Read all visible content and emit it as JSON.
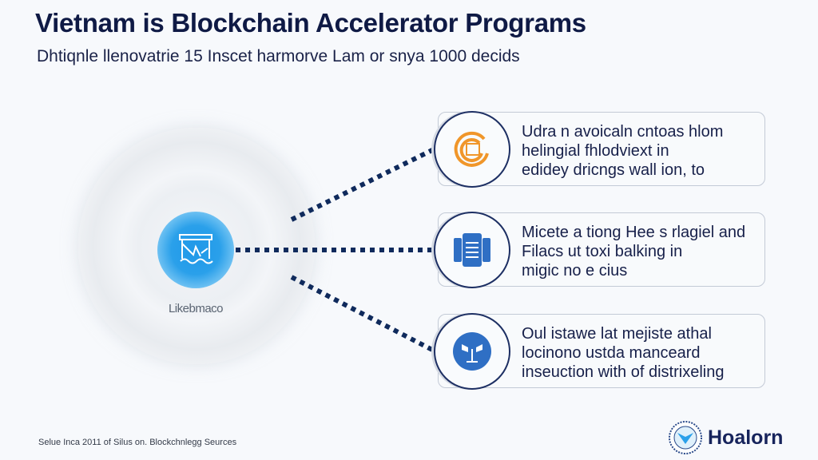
{
  "header": {
    "title": "Vietnam is Blockchain Accelerator Programs",
    "subtitle": "Dhtiqnle llenovatrie 15 Inscet harmorve Lam or snya 1000 decids"
  },
  "hub": {
    "label": "Likebmaco",
    "icon": "blockchain-box-icon"
  },
  "cards": [
    {
      "icon": "orange-swirl-icon",
      "lines": [
        "Udra n avoicaln cntoas hlom",
        "helingial fhlodviext in",
        "edidey dricngs wall ion, to"
      ]
    },
    {
      "icon": "server-stack-icon",
      "lines": [
        "Micete a tiong Hee s rlagiel and",
        "Filacs ut toxi balking in",
        "migic no e cius"
      ]
    },
    {
      "icon": "network-node-icon",
      "lines": [
        "Oul istawe lat mejiste athal",
        "locinono ustda manceard",
        "inseuction with of distrixeling"
      ]
    }
  ],
  "footer": {
    "source": "Selue Inca 2011 of Silus on. Blockchnlegg Seurces"
  },
  "brand": {
    "name": "Hoalorn",
    "logo": "seal-logo-icon"
  },
  "colors": {
    "navy": "#0f1a45",
    "accent_blue": "#1f98e8",
    "orange": "#f0962a",
    "line": "#0f2a5c"
  }
}
